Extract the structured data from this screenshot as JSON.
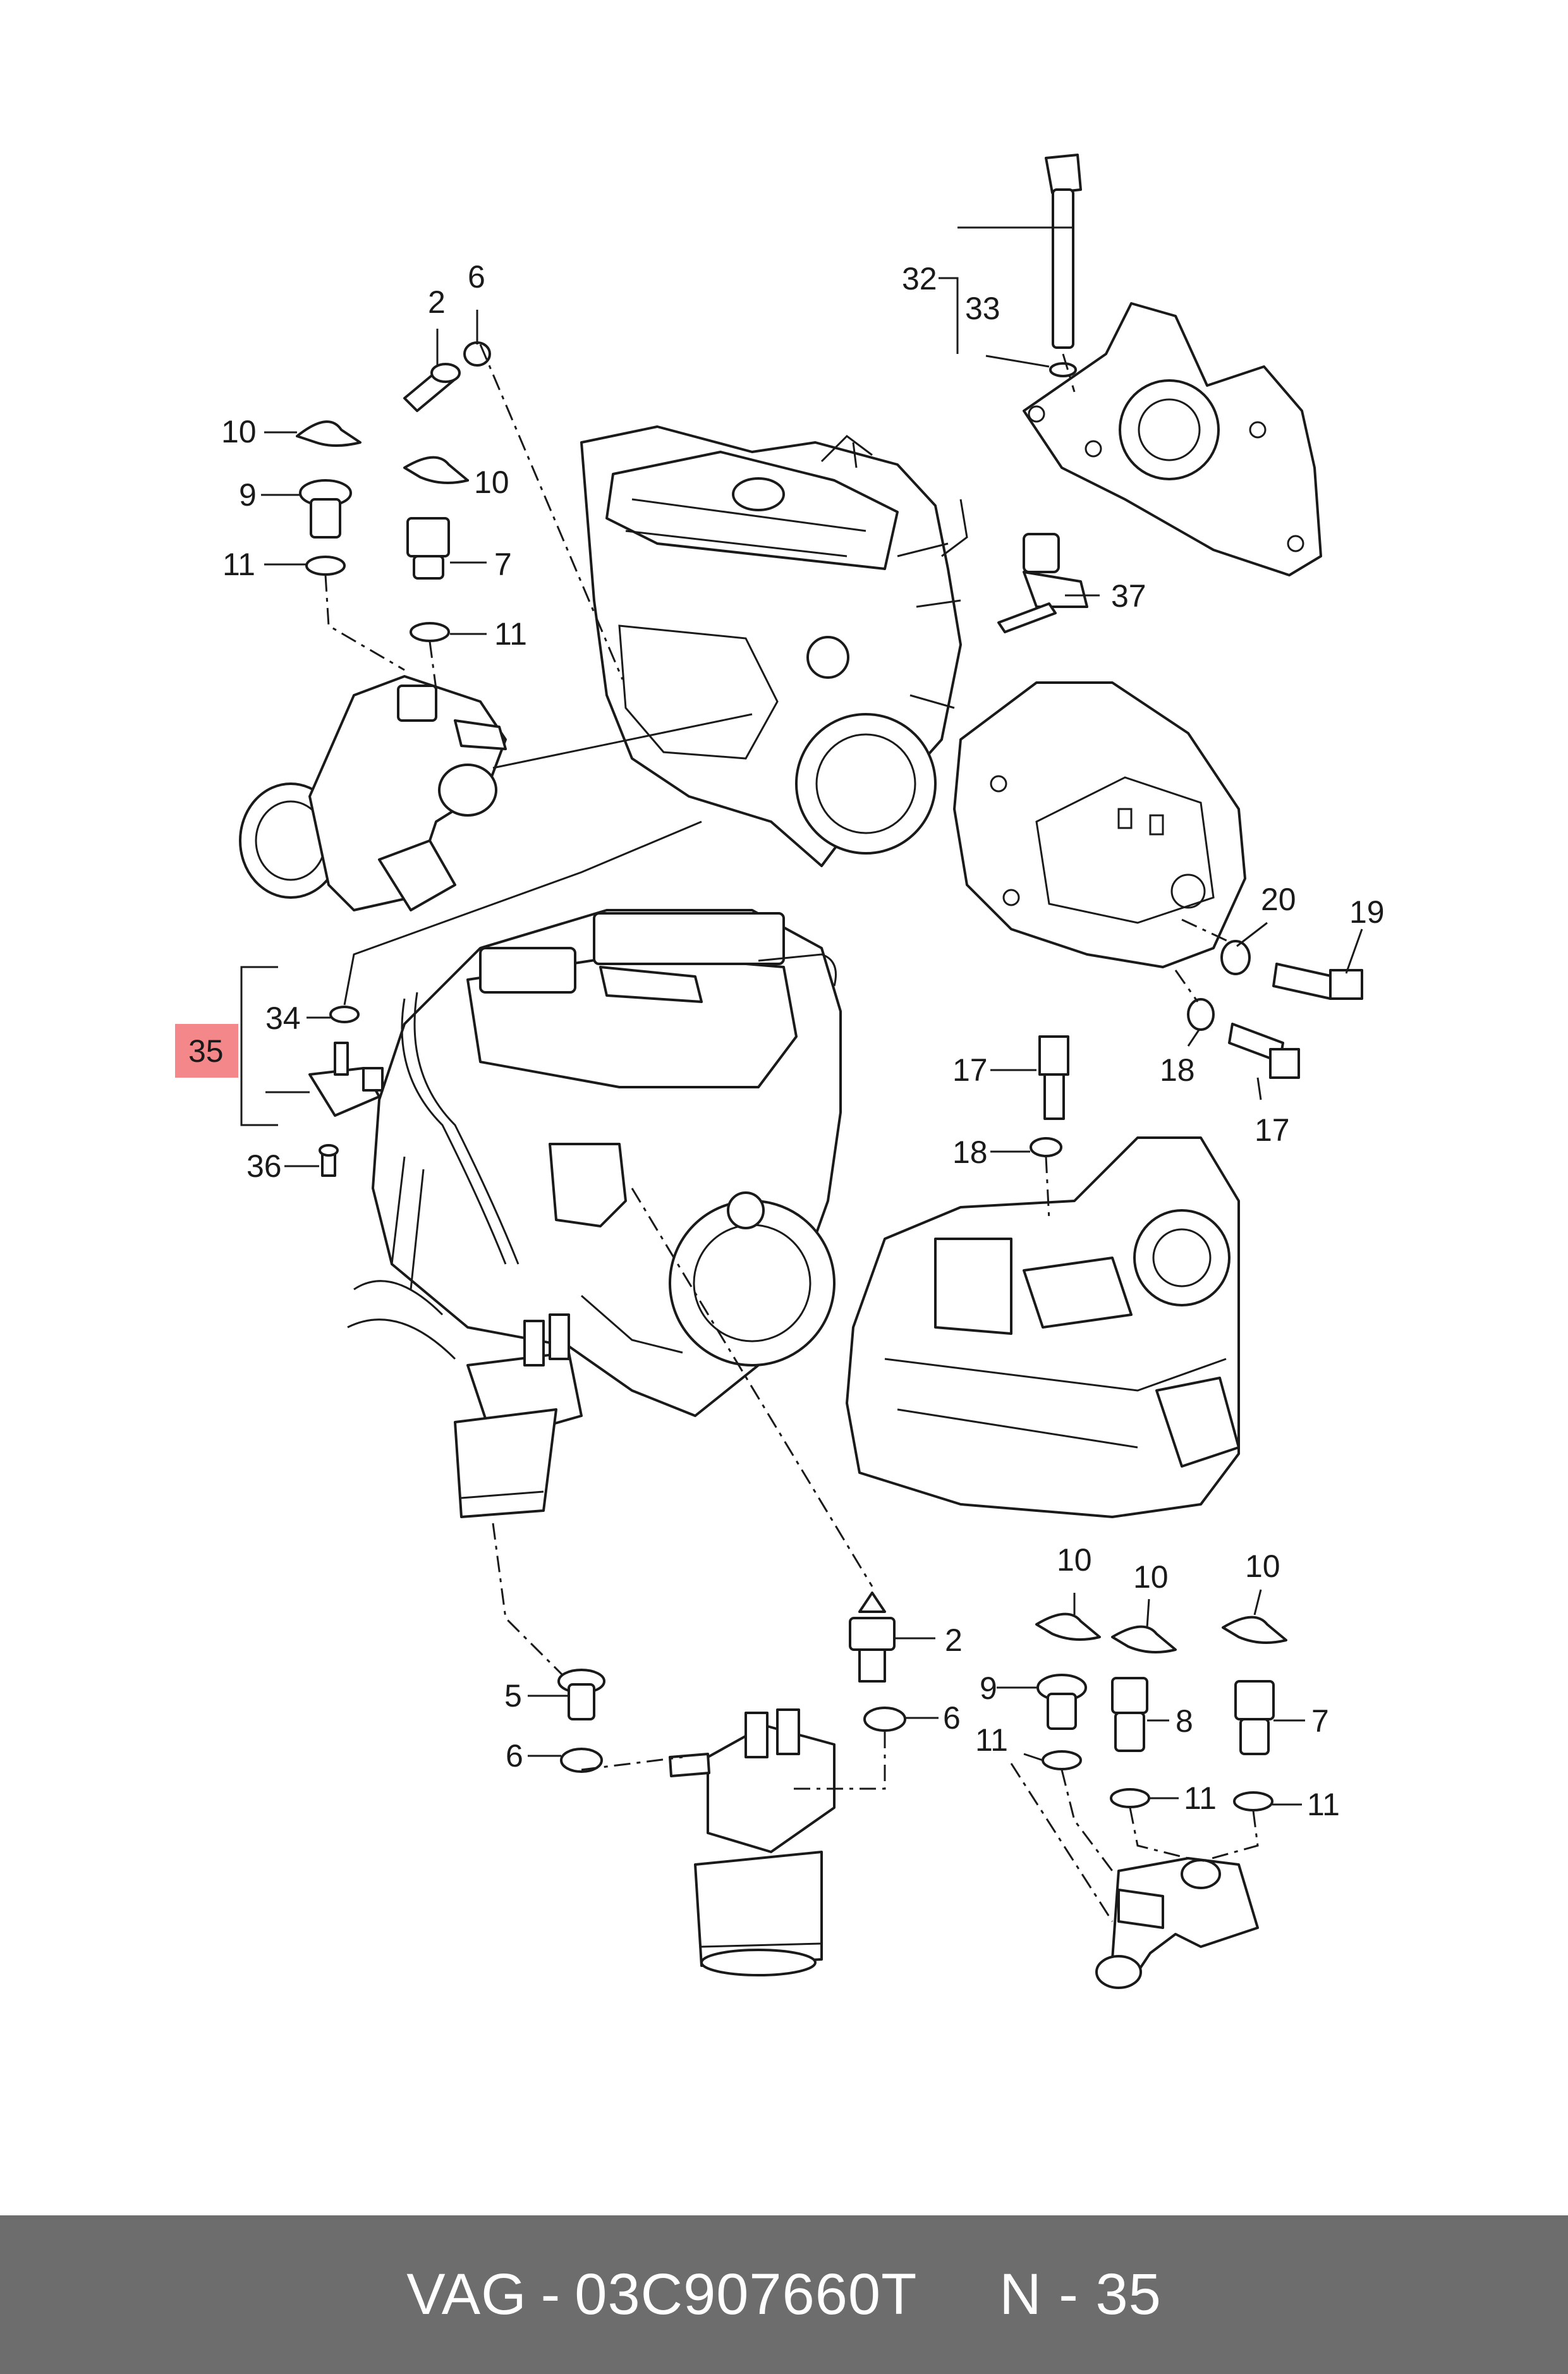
{
  "callouts": {
    "c2a": "2",
    "c6a": "6",
    "c10a": "10",
    "c10b": "10",
    "c9a": "9",
    "c7a": "7",
    "c11a": "11",
    "c11b": "11",
    "c32": "32",
    "c33": "33",
    "c37": "37",
    "c20": "20",
    "c19": "19",
    "c18a": "18",
    "c17a": "17",
    "c17b": "17",
    "c18b": "18",
    "c34": "34",
    "c35": "35",
    "c36": "36",
    "c10c": "10",
    "c10d": "10",
    "c10e": "10",
    "c2b": "2",
    "c5": "5",
    "c6b": "6",
    "c6c": "6",
    "c9b": "9",
    "c8": "8",
    "c7b": "7",
    "c11c": "11",
    "c11d": "11",
    "c11e": "11"
  },
  "highlight": {
    "color": "#f4878a",
    "callout": "35"
  },
  "footer": {
    "brand": "VAG",
    "separator": "-",
    "part_number": "03C907660T",
    "position_label": "N - 35",
    "background": "#6d6d6d"
  }
}
